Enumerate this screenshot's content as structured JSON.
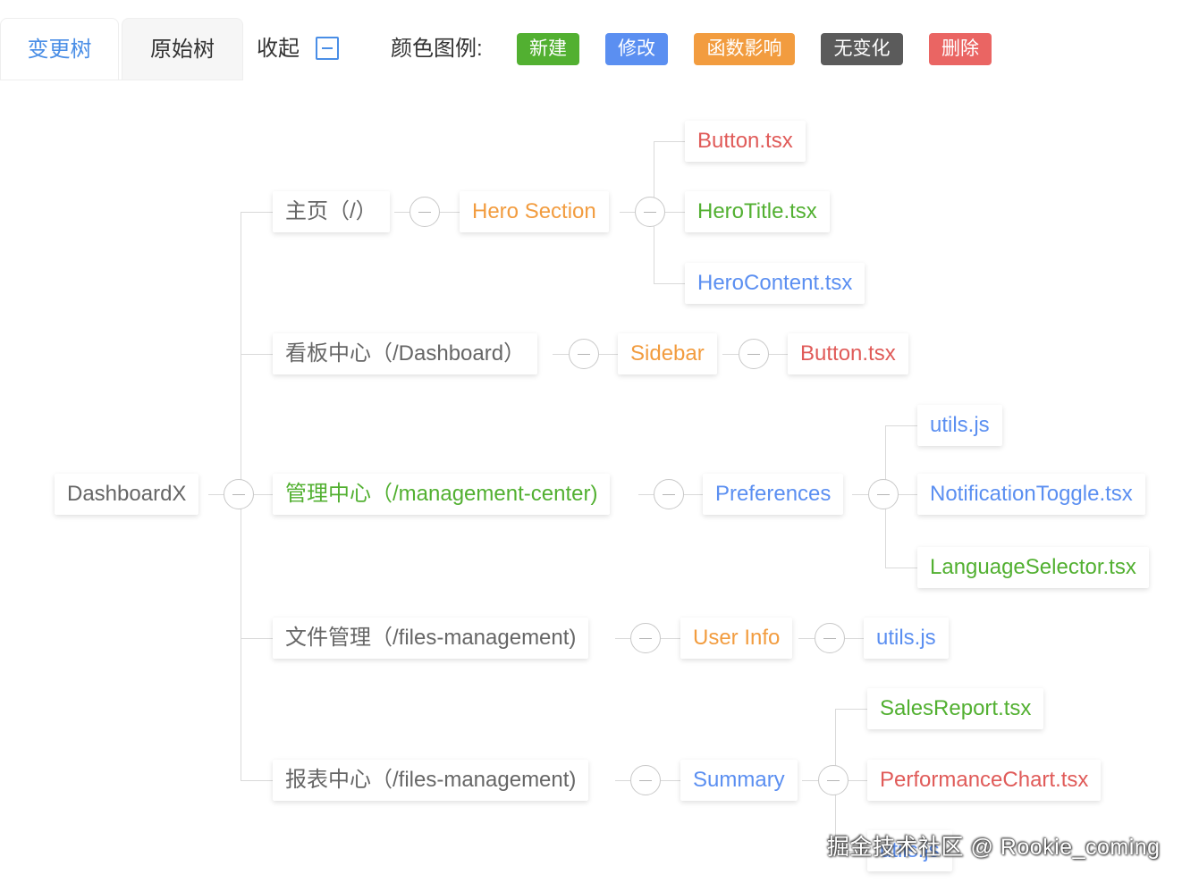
{
  "toolbar": {
    "tab_changes": "变更树",
    "tab_original": "原始树",
    "collapse_label": "收起",
    "legend_title": "颜色图例:",
    "legend": [
      {
        "label": "新建",
        "color": "#52b031"
      },
      {
        "label": "修改",
        "color": "#5b8ff1"
      },
      {
        "label": "函数影响",
        "color": "#f29c3f"
      },
      {
        "label": "无变化",
        "color": "#5b5b5b"
      },
      {
        "label": "删除",
        "color": "#ea6563"
      }
    ]
  },
  "colors": {
    "new": "#52b031",
    "modified": "#5b8ff1",
    "function_impact": "#f29c3f",
    "unchanged": "#666666",
    "deleted": "#e05b59"
  },
  "tree": {
    "root": "DashboardX",
    "routes": [
      {
        "label": "主页（/）",
        "status": "unchanged",
        "children": [
          {
            "label": "Hero Section",
            "status": "function_impact",
            "children": [
              {
                "label": "Button.tsx",
                "status": "deleted"
              },
              {
                "label": "HeroTitle.tsx",
                "status": "new"
              },
              {
                "label": "HeroContent.tsx",
                "status": "modified"
              }
            ]
          }
        ]
      },
      {
        "label": "看板中心（/Dashboard）",
        "status": "unchanged",
        "children": [
          {
            "label": "Sidebar",
            "status": "function_impact",
            "children": [
              {
                "label": "Button.tsx",
                "status": "deleted"
              }
            ]
          }
        ]
      },
      {
        "label": "管理中心（/management-center)",
        "status": "new",
        "children": [
          {
            "label": "Preferences",
            "status": "modified",
            "children": [
              {
                "label": "utils.js",
                "status": "modified"
              },
              {
                "label": "NotificationToggle.tsx",
                "status": "modified"
              },
              {
                "label": "LanguageSelector.tsx",
                "status": "new"
              }
            ]
          }
        ]
      },
      {
        "label": "文件管理（/files-management)",
        "status": "unchanged",
        "children": [
          {
            "label": "User Info",
            "status": "function_impact",
            "children": [
              {
                "label": "utils.js",
                "status": "modified"
              }
            ]
          }
        ]
      },
      {
        "label": "报表中心（/files-management)",
        "status": "unchanged",
        "children": [
          {
            "label": "Summary",
            "status": "modified",
            "children": [
              {
                "label": "SalesReport.tsx",
                "status": "new"
              },
              {
                "label": "PerformanceChart.tsx",
                "status": "deleted"
              },
              {
                "label": "utils.js",
                "status": "modified"
              }
            ]
          }
        ]
      }
    ]
  },
  "watermark": "掘金技术社区 @ Rookie_coming"
}
